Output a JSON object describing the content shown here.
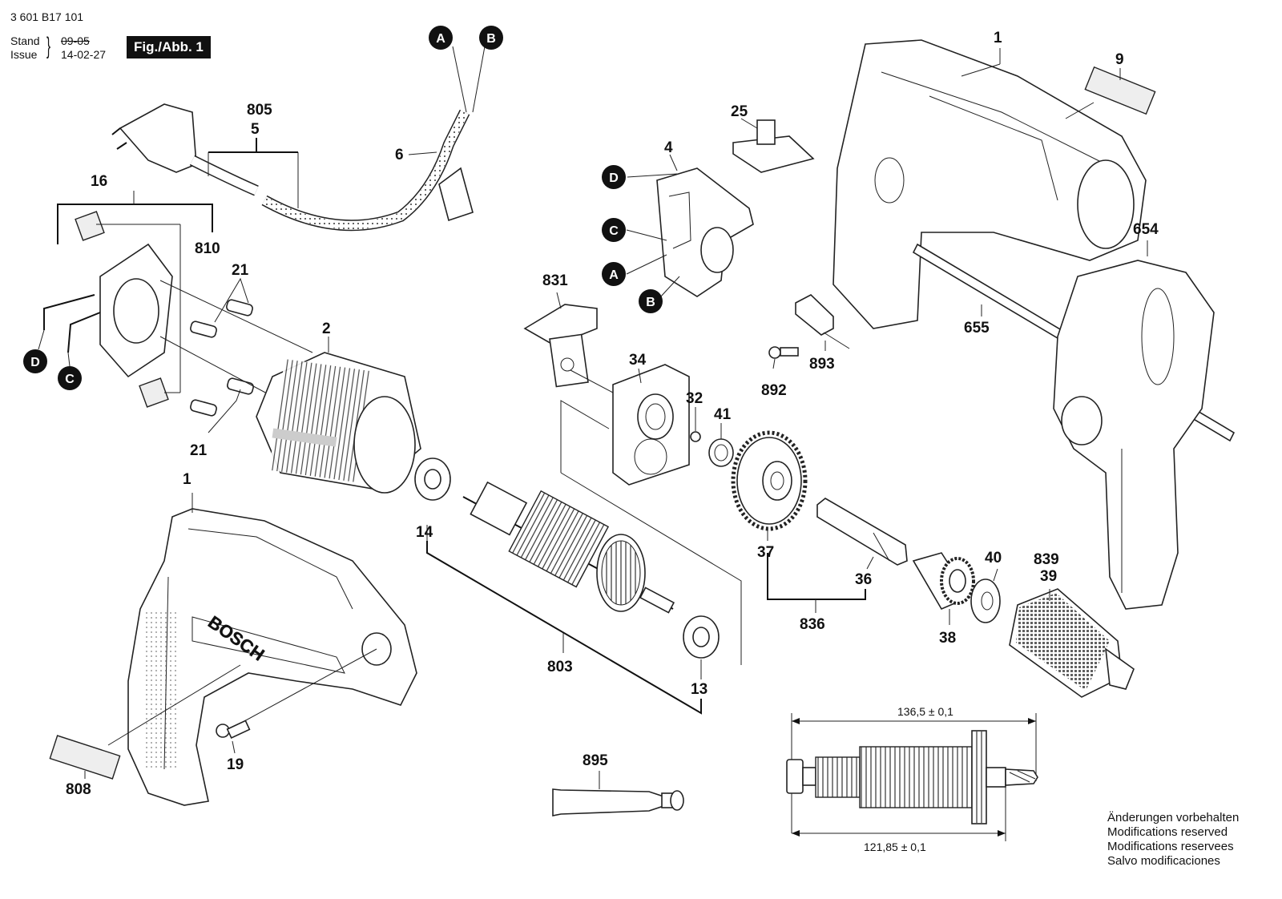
{
  "header": {
    "doc_number": "3 601 B17 101",
    "stand_label": "Stand",
    "stand_value": "09-05",
    "issue_label": "Issue",
    "issue_value": "14-02-27",
    "figure_label": "Fig./Abb. 1"
  },
  "brand_text": "BOSCH",
  "part_labels": {
    "p1a": "1",
    "p1b": "1",
    "p2": "2",
    "p4": "4",
    "p5": "5",
    "p6": "6",
    "p9": "9",
    "p13": "13",
    "p14": "14",
    "p16": "16",
    "p19": "19",
    "p21a": "21",
    "p21b": "21",
    "p25": "25",
    "p32": "32",
    "p34": "34",
    "p36": "36",
    "p37": "37",
    "p38": "38",
    "p39": "39",
    "p40": "40",
    "p41": "41",
    "p654": "654",
    "p655": "655",
    "p803": "803",
    "p805": "805",
    "p808": "808",
    "p810": "810",
    "p831": "831",
    "p836": "836",
    "p839": "839",
    "p892": "892",
    "p893": "893",
    "p895": "895"
  },
  "connector_badges": {
    "cord_a": "A",
    "cord_b": "B",
    "switch_d": "D",
    "switch_c": "C",
    "switch_a": "A",
    "switch_b": "B",
    "brush_d": "D",
    "brush_c": "C"
  },
  "dimensions": {
    "top": "136,5 ± 0,1",
    "bottom": "121,85 ± 0,1"
  },
  "notes": [
    "Änderungen vorbehalten",
    "Modifications reserved",
    "Modifications reservees",
    "Salvo modificaciones"
  ]
}
